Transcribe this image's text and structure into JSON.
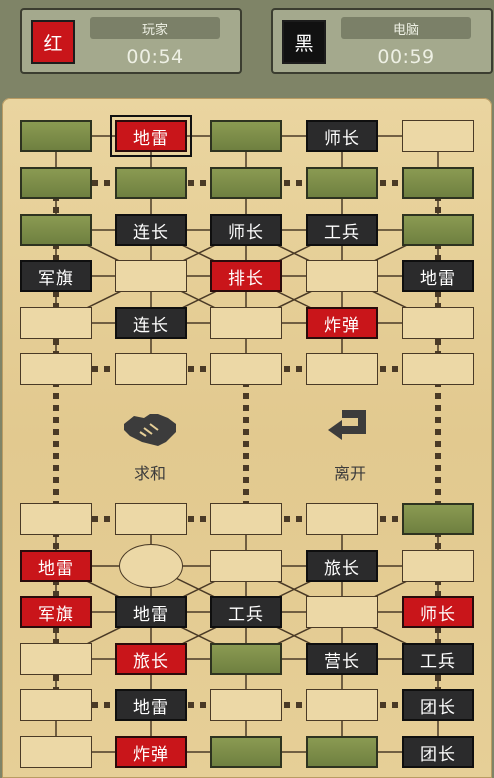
{
  "header": {
    "red": {
      "badge": "红",
      "name": "玩家",
      "time": "00:54",
      "color": "#c9151a"
    },
    "black": {
      "badge": "黑",
      "name": "电脑",
      "time": "00:59",
      "color": "#111111"
    }
  },
  "board": {
    "top": [
      [
        {
          "t": "hidden"
        },
        {
          "t": "red",
          "label": "地雷",
          "selected": true
        },
        {
          "t": "hidden"
        },
        {
          "t": "black",
          "label": "师长"
        },
        {
          "t": "empty"
        }
      ],
      [
        {
          "t": "hidden"
        },
        {
          "t": "hidden"
        },
        {
          "t": "hidden"
        },
        {
          "t": "hidden"
        },
        {
          "t": "hidden"
        }
      ],
      [
        {
          "t": "hidden"
        },
        {
          "t": "black",
          "label": "连长"
        },
        {
          "t": "black",
          "label": "师长"
        },
        {
          "t": "black",
          "label": "工兵"
        },
        {
          "t": "hidden"
        }
      ],
      [
        {
          "t": "black",
          "label": "军旗"
        },
        {
          "t": "empty"
        },
        {
          "t": "red",
          "label": "排长"
        },
        {
          "t": "empty"
        },
        {
          "t": "black",
          "label": "地雷"
        }
      ],
      [
        {
          "t": "empty"
        },
        {
          "t": "black",
          "label": "连长"
        },
        {
          "t": "empty"
        },
        {
          "t": "red",
          "label": "炸弹"
        },
        {
          "t": "empty"
        }
      ],
      [
        {
          "t": "empty"
        },
        {
          "t": "empty"
        },
        {
          "t": "empty"
        },
        {
          "t": "empty"
        },
        {
          "t": "empty"
        }
      ]
    ],
    "bottom": [
      [
        {
          "t": "empty"
        },
        {
          "t": "empty"
        },
        {
          "t": "empty"
        },
        {
          "t": "empty"
        },
        {
          "t": "hidden"
        }
      ],
      [
        {
          "t": "red",
          "label": "地雷"
        },
        {
          "t": "camp"
        },
        {
          "t": "empty"
        },
        {
          "t": "black",
          "label": "旅长"
        },
        {
          "t": "empty"
        }
      ],
      [
        {
          "t": "red",
          "label": "军旗"
        },
        {
          "t": "black",
          "label": "地雷"
        },
        {
          "t": "black",
          "label": "工兵"
        },
        {
          "t": "empty"
        },
        {
          "t": "red",
          "label": "师长"
        }
      ],
      [
        {
          "t": "empty"
        },
        {
          "t": "red",
          "label": "旅长"
        },
        {
          "t": "hidden"
        },
        {
          "t": "black",
          "label": "营长"
        },
        {
          "t": "black",
          "label": "工兵"
        }
      ],
      [
        {
          "t": "empty"
        },
        {
          "t": "black",
          "label": "地雷"
        },
        {
          "t": "empty"
        },
        {
          "t": "empty"
        },
        {
          "t": "black",
          "label": "团长"
        }
      ],
      [
        {
          "t": "empty"
        },
        {
          "t": "red",
          "label": "炸弹"
        },
        {
          "t": "hidden"
        },
        {
          "t": "hidden"
        },
        {
          "t": "black",
          "label": "团长"
        }
      ]
    ]
  },
  "actions": {
    "draw": {
      "label": "求和",
      "icon": "handshake-icon"
    },
    "leave": {
      "label": "离开",
      "icon": "return-arrow-icon"
    }
  }
}
